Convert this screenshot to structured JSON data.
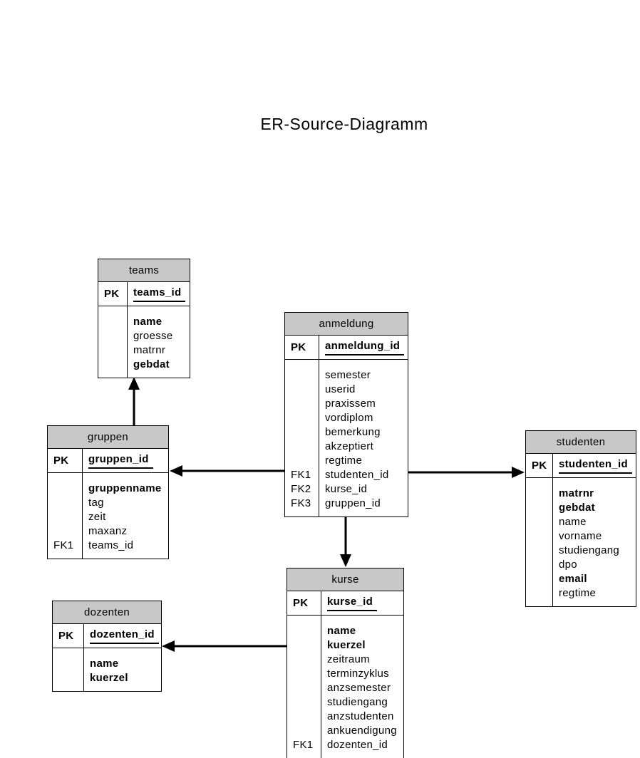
{
  "title": "ER-Source-Diagramm",
  "colors": {
    "header_fill": "#c8c8c8",
    "border": "#000000",
    "background": "#ffffff",
    "text": "#000000",
    "arrow": "#000000"
  },
  "entities": [
    {
      "id": "teams",
      "title": "teams",
      "pk_label": "PK",
      "pk_field": "teams_id",
      "attributes": [
        {
          "key": "",
          "name": "name",
          "bold": true
        },
        {
          "key": "",
          "name": "groesse",
          "bold": false
        },
        {
          "key": "",
          "name": "matrnr",
          "bold": false
        },
        {
          "key": "",
          "name": "gebdat",
          "bold": true
        }
      ]
    },
    {
      "id": "anmeldung",
      "title": "anmeldung",
      "pk_label": "PK",
      "pk_field": "anmeldung_id",
      "attributes": [
        {
          "key": "",
          "name": "semester",
          "bold": false
        },
        {
          "key": "",
          "name": "userid",
          "bold": false
        },
        {
          "key": "",
          "name": "praxissem",
          "bold": false
        },
        {
          "key": "",
          "name": "vordiplom",
          "bold": false
        },
        {
          "key": "",
          "name": "bemerkung",
          "bold": false
        },
        {
          "key": "",
          "name": "akzeptiert",
          "bold": false
        },
        {
          "key": "",
          "name": "regtime",
          "bold": false
        },
        {
          "key": "FK1",
          "name": "studenten_id",
          "bold": false
        },
        {
          "key": "FK2",
          "name": "kurse_id",
          "bold": false
        },
        {
          "key": "FK3",
          "name": "gruppen_id",
          "bold": false
        }
      ]
    },
    {
      "id": "gruppen",
      "title": "gruppen",
      "pk_label": "PK",
      "pk_field": "gruppen_id",
      "attributes": [
        {
          "key": "",
          "name": "gruppenname",
          "bold": true
        },
        {
          "key": "",
          "name": "tag",
          "bold": false
        },
        {
          "key": "",
          "name": "zeit",
          "bold": false
        },
        {
          "key": "",
          "name": "maxanz",
          "bold": false
        },
        {
          "key": "FK1",
          "name": "teams_id",
          "bold": false
        }
      ]
    },
    {
      "id": "studenten",
      "title": "studenten",
      "pk_label": "PK",
      "pk_field": "studenten_id",
      "attributes": [
        {
          "key": "",
          "name": "matrnr",
          "bold": true
        },
        {
          "key": "",
          "name": "gebdat",
          "bold": true
        },
        {
          "key": "",
          "name": "name",
          "bold": false
        },
        {
          "key": "",
          "name": "vorname",
          "bold": false
        },
        {
          "key": "",
          "name": "studiengang",
          "bold": false
        },
        {
          "key": "",
          "name": "dpo",
          "bold": false
        },
        {
          "key": "",
          "name": "email",
          "bold": true
        },
        {
          "key": "",
          "name": "regtime",
          "bold": false
        }
      ]
    },
    {
      "id": "kurse",
      "title": "kurse",
      "pk_label": "PK",
      "pk_field": "kurse_id",
      "attributes": [
        {
          "key": "",
          "name": "name",
          "bold": true
        },
        {
          "key": "",
          "name": "kuerzel",
          "bold": true
        },
        {
          "key": "",
          "name": "zeitraum",
          "bold": false
        },
        {
          "key": "",
          "name": "terminzyklus",
          "bold": false
        },
        {
          "key": "",
          "name": "anzsemester",
          "bold": false
        },
        {
          "key": "",
          "name": "studiengang",
          "bold": false
        },
        {
          "key": "",
          "name": "anzstudenten",
          "bold": false
        },
        {
          "key": "",
          "name": "ankuendigung",
          "bold": false
        },
        {
          "key": "FK1",
          "name": "dozenten_id",
          "bold": false
        }
      ]
    },
    {
      "id": "dozenten",
      "title": "dozenten",
      "pk_label": "PK",
      "pk_field": "dozenten_id",
      "attributes": [
        {
          "key": "",
          "name": "name",
          "bold": true
        },
        {
          "key": "",
          "name": "kuerzel",
          "bold": true
        }
      ]
    }
  ],
  "relationships": [
    {
      "from": "gruppen",
      "to": "teams",
      "arrow_at": "teams"
    },
    {
      "from": "anmeldung",
      "to": "gruppen",
      "arrow_at": "gruppen"
    },
    {
      "from": "anmeldung",
      "to": "studenten",
      "arrow_at": "studenten"
    },
    {
      "from": "anmeldung",
      "to": "kurse",
      "arrow_at": "kurse"
    },
    {
      "from": "kurse",
      "to": "dozenten",
      "arrow_at": "dozenten"
    }
  ]
}
